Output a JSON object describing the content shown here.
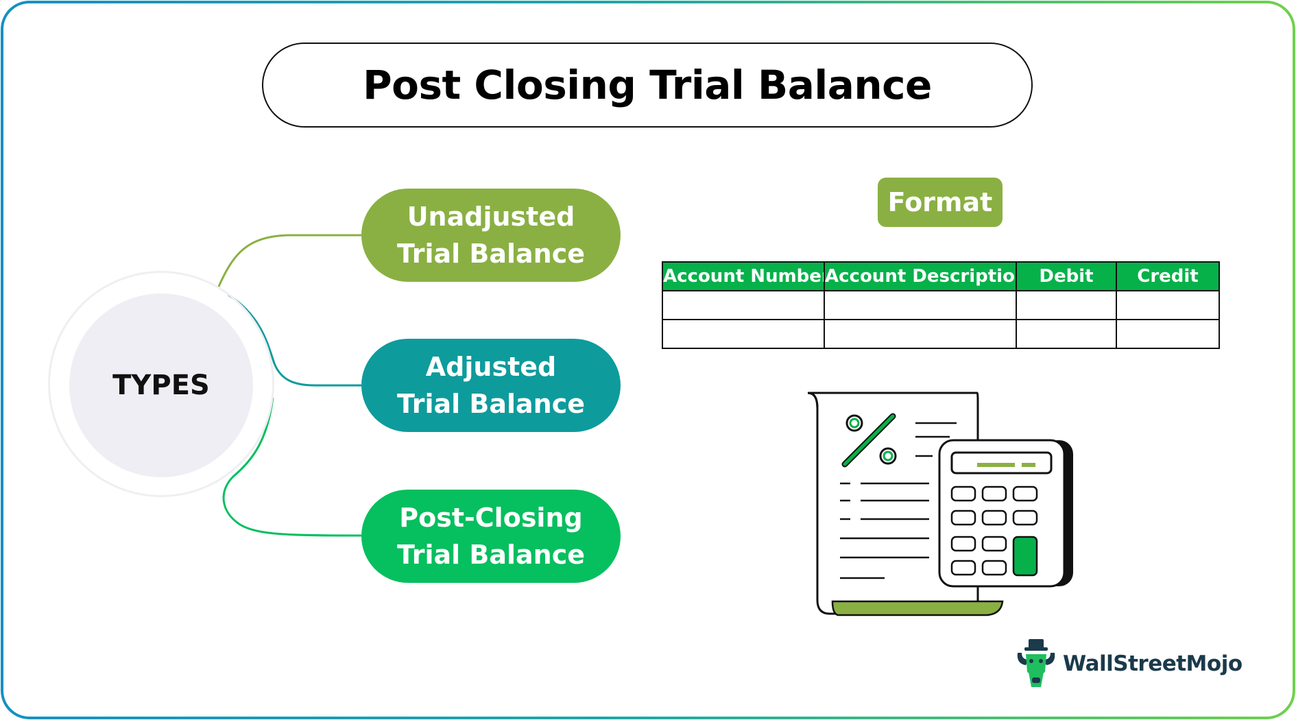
{
  "title": "Post Closing Trial Balance",
  "center_label": "TYPES",
  "types": [
    {
      "line1": "Unadjusted",
      "line2": "Trial Balance",
      "color": "#8ab043"
    },
    {
      "line1": "Adjusted",
      "line2": "Trial Balance",
      "color": "#0e9b9c"
    },
    {
      "line1": "Post-Closing",
      "line2": "Trial Balance",
      "color": "#06bf5f"
    }
  ],
  "format": {
    "badge": "Format",
    "columns": [
      "Account Number",
      "Account Description",
      "Debit",
      "Credit"
    ],
    "header_color": "#06b14a"
  },
  "illustration_icons": [
    "receipt-icon",
    "percent-icon",
    "calculator-icon"
  ],
  "logo": {
    "text": "WallStreetMojo",
    "icon": "bull-mascot-icon"
  }
}
